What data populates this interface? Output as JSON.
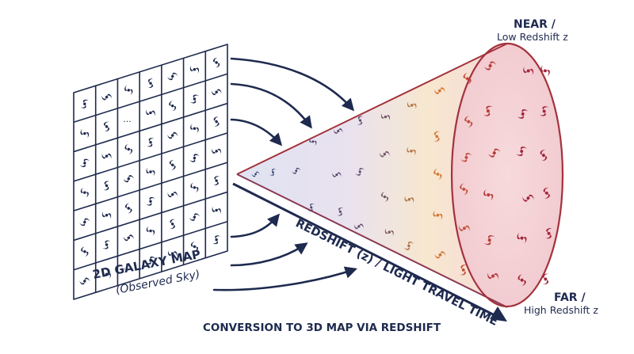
{
  "labels": {
    "near_title": "NEAR /",
    "near_sub": "Low Redshift z",
    "far_title": "FAR /",
    "far_sub": "High Redshift z",
    "axis": "REDSHIFT (z) / LIGHT TRAVEL TIME",
    "map_title": "2D GALAXY MAP",
    "map_sub": "(Observed Sky)",
    "footer": "CONVERSION TO 3D MAP VIA REDSHIFT",
    "ellipsis": "..."
  },
  "colors": {
    "ink": "#1e2a4f",
    "near_red": "#b8283a",
    "mid_orange": "#e7962a",
    "far_blue": "#2a3b6c",
    "cone_outline": "#a3323c"
  },
  "icons": {
    "galaxy": "spiral-galaxy-icon",
    "arrow": "arrow-icon"
  }
}
